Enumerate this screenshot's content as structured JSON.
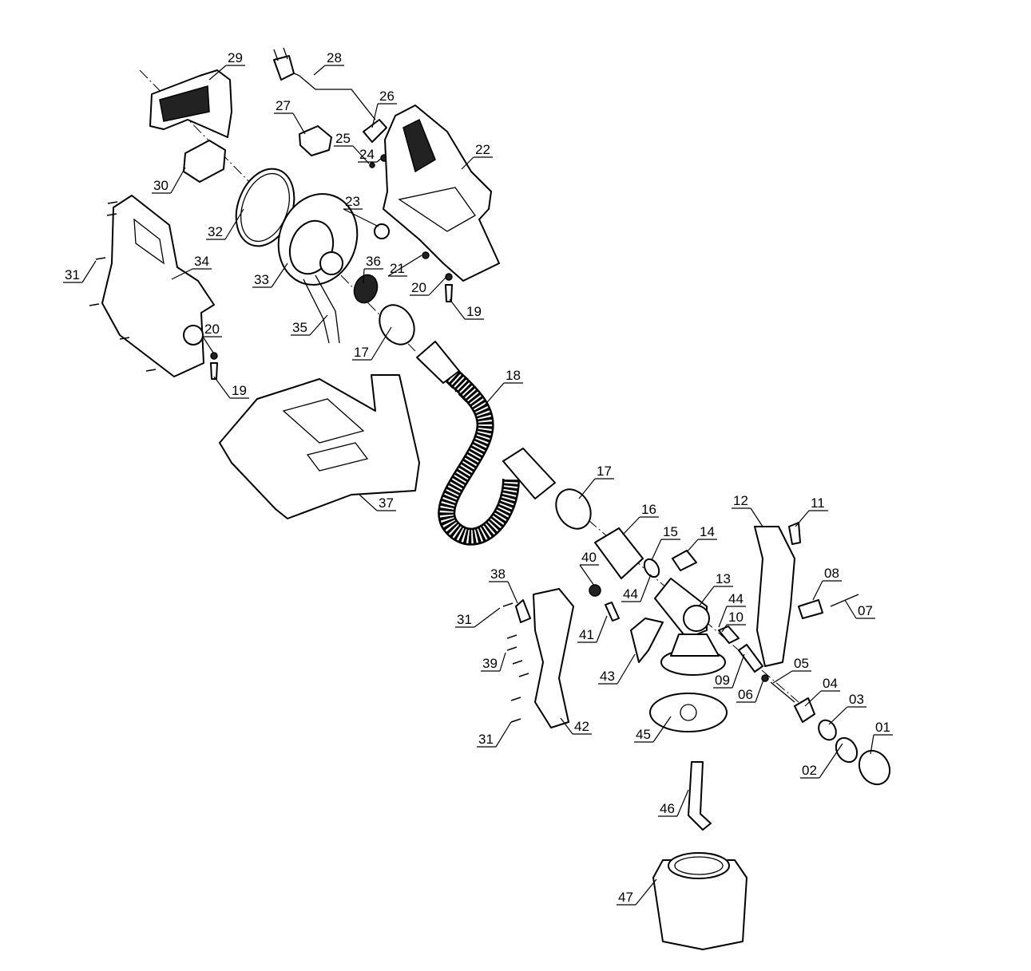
{
  "title": "Exploded parts diagram - paint spray system",
  "part_labels": [
    "29",
    "28",
    "27",
    "26",
    "25",
    "24",
    "22",
    "30",
    "23",
    "32",
    "31",
    "34",
    "33",
    "36",
    "21",
    "20",
    "19",
    "35",
    "17",
    "20",
    "19",
    "18",
    "37",
    "17",
    "16",
    "15",
    "14",
    "12",
    "11",
    "40",
    "38",
    "44",
    "13",
    "44",
    "08",
    "10",
    "07",
    "31",
    "41",
    "05",
    "39",
    "43",
    "09",
    "06",
    "04",
    "03",
    "31",
    "42",
    "45",
    "01",
    "02",
    "46",
    "47"
  ]
}
